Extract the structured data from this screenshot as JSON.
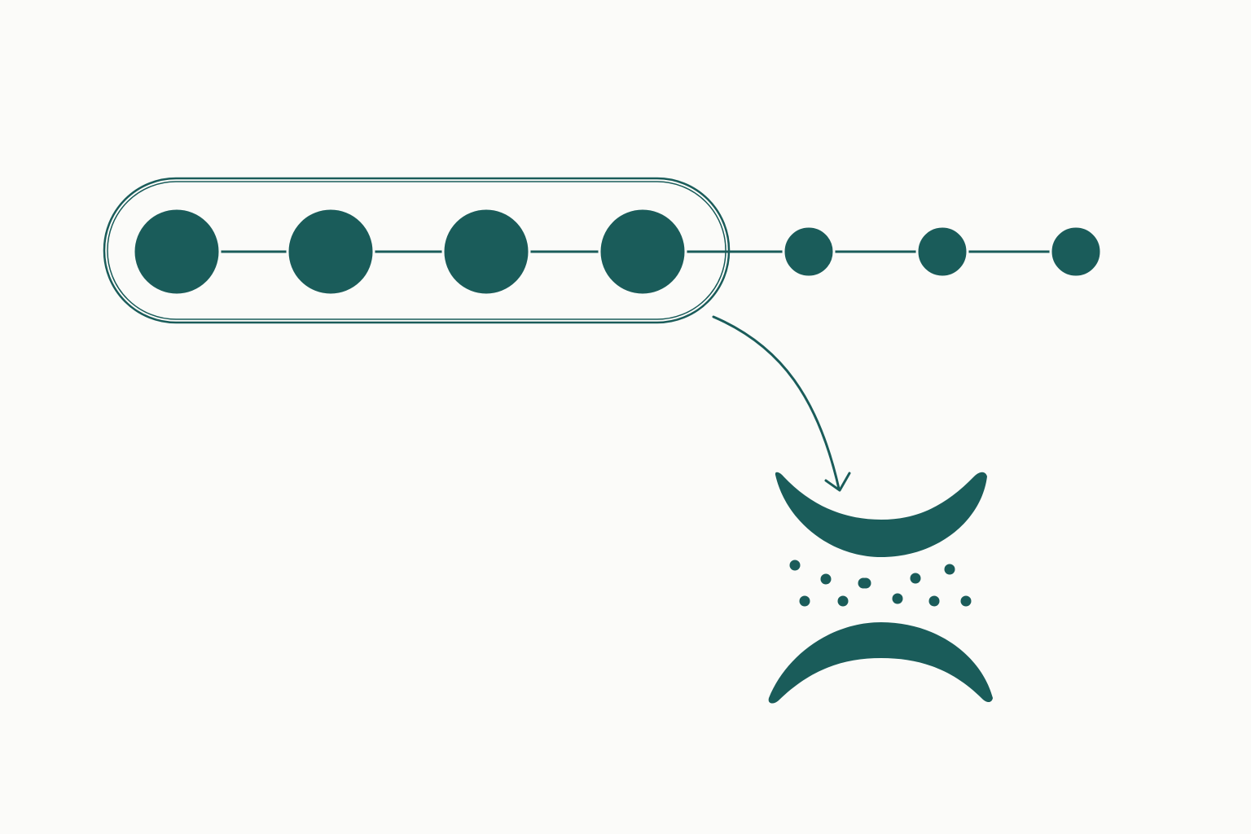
{
  "diagram": {
    "colors": {
      "background": "#fbfbf9",
      "ink": "#1a5c5a"
    },
    "chain": {
      "grouped_node_count": 4,
      "ungrouped_node_count": 3,
      "grouped_node_size": "large",
      "ungrouped_node_size": "small"
    },
    "group_outline": {
      "shape": "rounded-capsule",
      "style": "double-outline"
    },
    "arrow": {
      "from": "group_outline",
      "to": "crescent_pair",
      "shape": "curved"
    },
    "crescent_pair": {
      "upper_crescent": "opening-up",
      "lower_crescent": "opening-down",
      "dot_count": 11
    },
    "text_labels": []
  }
}
